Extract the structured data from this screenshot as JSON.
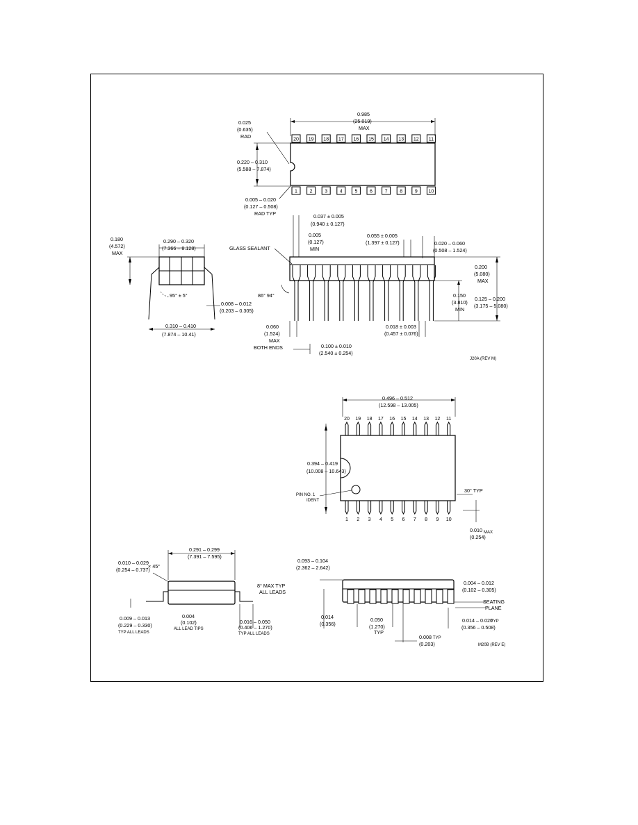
{
  "dip": {
    "length": {
      "val": "0.985",
      "mm": "(25.019)",
      "tag": "MAX"
    },
    "rad": {
      "val": "0.025",
      "mm": "(0.635)",
      "tag": "RAD"
    },
    "body_width": {
      "val": "0.220 – 0.310",
      "mm": "(5.588 – 7.874)"
    },
    "rad_typ": {
      "val": "0.005 – 0.020",
      "mm": "(0.127 – 0.508)",
      "tag": "RAD TYP"
    },
    "top_pins": [
      "20",
      "19",
      "18",
      "17",
      "16",
      "15",
      "14",
      "13",
      "12",
      "11"
    ],
    "bottom_pins": [
      "1",
      "2",
      "3",
      "4",
      "5",
      "6",
      "7",
      "8",
      "9",
      "10"
    ]
  },
  "end_view": {
    "height": {
      "val": "0.180",
      "mm": "(4.572)",
      "tag": "MAX"
    },
    "width": {
      "val": "0.290 – 0.320",
      "mm": "(7.366 – 8.128)"
    },
    "angle": "95° ± 5°",
    "lead_thk": {
      "val": "0.008 – 0.012",
      "mm": "(0.203 – 0.305)"
    },
    "span": {
      "val": "0.310 – 0.410",
      "mm": "(7.874 – 10.41)"
    }
  },
  "side_view": {
    "d1": {
      "val": "0.037 ± 0.005",
      "mm": "(0.940 ± 0.127)"
    },
    "d2": {
      "val": "0.005",
      "mm": "(0.127)",
      "tag": "MIN"
    },
    "d3": {
      "val": "0.055 ± 0.005",
      "mm": "(1.397 ± 0.127)"
    },
    "d4": {
      "val": "0.020 – 0.060",
      "mm": "(0.508 – 1.524)"
    },
    "glass": "GLASS SEALANT",
    "d5": {
      "val": "0.200",
      "mm": "(5.080)",
      "tag": "MAX"
    },
    "angle": "86° 94°",
    "d6": {
      "val": "0.150",
      "mm": "(3.810)",
      "tag": "MIN"
    },
    "d7": {
      "val": "0.125 – 0.200",
      "mm": "(3.175 – 5.080)"
    },
    "d8": {
      "val": "0.060",
      "mm": "(1.524)",
      "tag": "MAX",
      "tag2": "BOTH ENDS"
    },
    "d9": {
      "val": "0.018 ± 0.003",
      "mm": "(0.457 ± 0.076)"
    },
    "d10": {
      "val": "0.100 ± 0.010",
      "mm": "(2.540 ± 0.254)"
    },
    "ref": "J20A (REV M)"
  },
  "soic": {
    "length": {
      "val": "0.496 – 0.512",
      "mm": "(12.598 – 13.005)"
    },
    "top_pins": [
      "20",
      "19",
      "18",
      "17",
      "16",
      "15",
      "14",
      "13",
      "12",
      "11"
    ],
    "bottom_pins": [
      "1",
      "2",
      "3",
      "4",
      "5",
      "6",
      "7",
      "8",
      "9",
      "10"
    ],
    "width": {
      "val": "0.394 – 0.419",
      "mm": "(10.008 – 10.643)"
    },
    "pin1": {
      "l1": "PIN NO. 1",
      "l2": "IDENT"
    },
    "angle": "30° TYP",
    "d_small": {
      "val": "0.010",
      "mm": "(0.254)",
      "tag": "MAX"
    }
  },
  "soic_end": {
    "d1": {
      "val": "0.010 – 0.029",
      "mm": "(0.254 – 0.737)",
      "tag": "× 45°"
    },
    "d2": {
      "val": "0.291 – 0.299",
      "mm": "(7.391 – 7.595)"
    },
    "angle": {
      "l1": "8° MAX TYP",
      "l2": "ALL LEADS"
    },
    "d3": {
      "val": "0.009 – 0.013",
      "mm": "(0.229 – 0.330)",
      "tag": "TYP ALL LEADS"
    },
    "d4": {
      "val": "0.004",
      "mm": "(0.102)",
      "tag": "ALL LEAD TIPS"
    },
    "d5": {
      "val": "0.016 – 0.050",
      "mm": "(0.406 – 1.270)",
      "tag": "TYP ALL LEADS"
    }
  },
  "soic_side": {
    "d1": {
      "val": "0.093 – 0.104",
      "mm": "(2.362 – 2.642)"
    },
    "d2": {
      "val": "0.004 – 0.012",
      "mm": "(0.102 – 0.305)"
    },
    "seating": {
      "l1": "SEATING",
      "l2": "PLANE"
    },
    "d3": {
      "val": "0.014",
      "mm": "(0.356)"
    },
    "d4": {
      "val": "0.050",
      "mm": "(1.270)",
      "tag": "TYP"
    },
    "d5": {
      "val": "0.014 – 0.020",
      "mm": "(0.356 – 0.508)",
      "tag": "TYP"
    },
    "d6": {
      "val": "0.008",
      "mm": "(0.203)",
      "tag": "TYP"
    },
    "ref": "M20B (REV E)"
  }
}
